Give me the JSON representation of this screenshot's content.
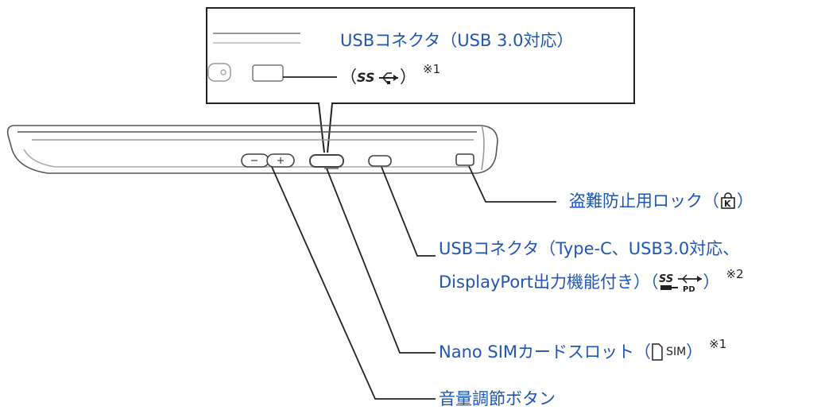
{
  "colors": {
    "label": "#1f55b5",
    "line": "#222222",
    "device": "#555555"
  },
  "zoom_box": {
    "title_line1": "USBコネクタ（USB 3.0対応）",
    "paren_open": "（",
    "paren_close": "）",
    "note": "※1",
    "icon": "usb-superspeed-icon"
  },
  "labels": {
    "lock": {
      "text": "盗難防止用ロック（",
      "close": "）",
      "icon": "kensington-lock-icon"
    },
    "usbc": {
      "line1": "USBコネクタ（Type-C、USB3.0対応、",
      "line2": "DisplayPort出力機能付き）（",
      "close": "）",
      "note": "※2",
      "icon": "usb-superspeed-pd-icon"
    },
    "sim": {
      "text": "Nano SIMカードスロット（",
      "icon_text": "SIM",
      "close": "）",
      "note": "※1",
      "icon": "sim-card-icon"
    },
    "volume": {
      "text": "音量調節ボタン"
    }
  }
}
